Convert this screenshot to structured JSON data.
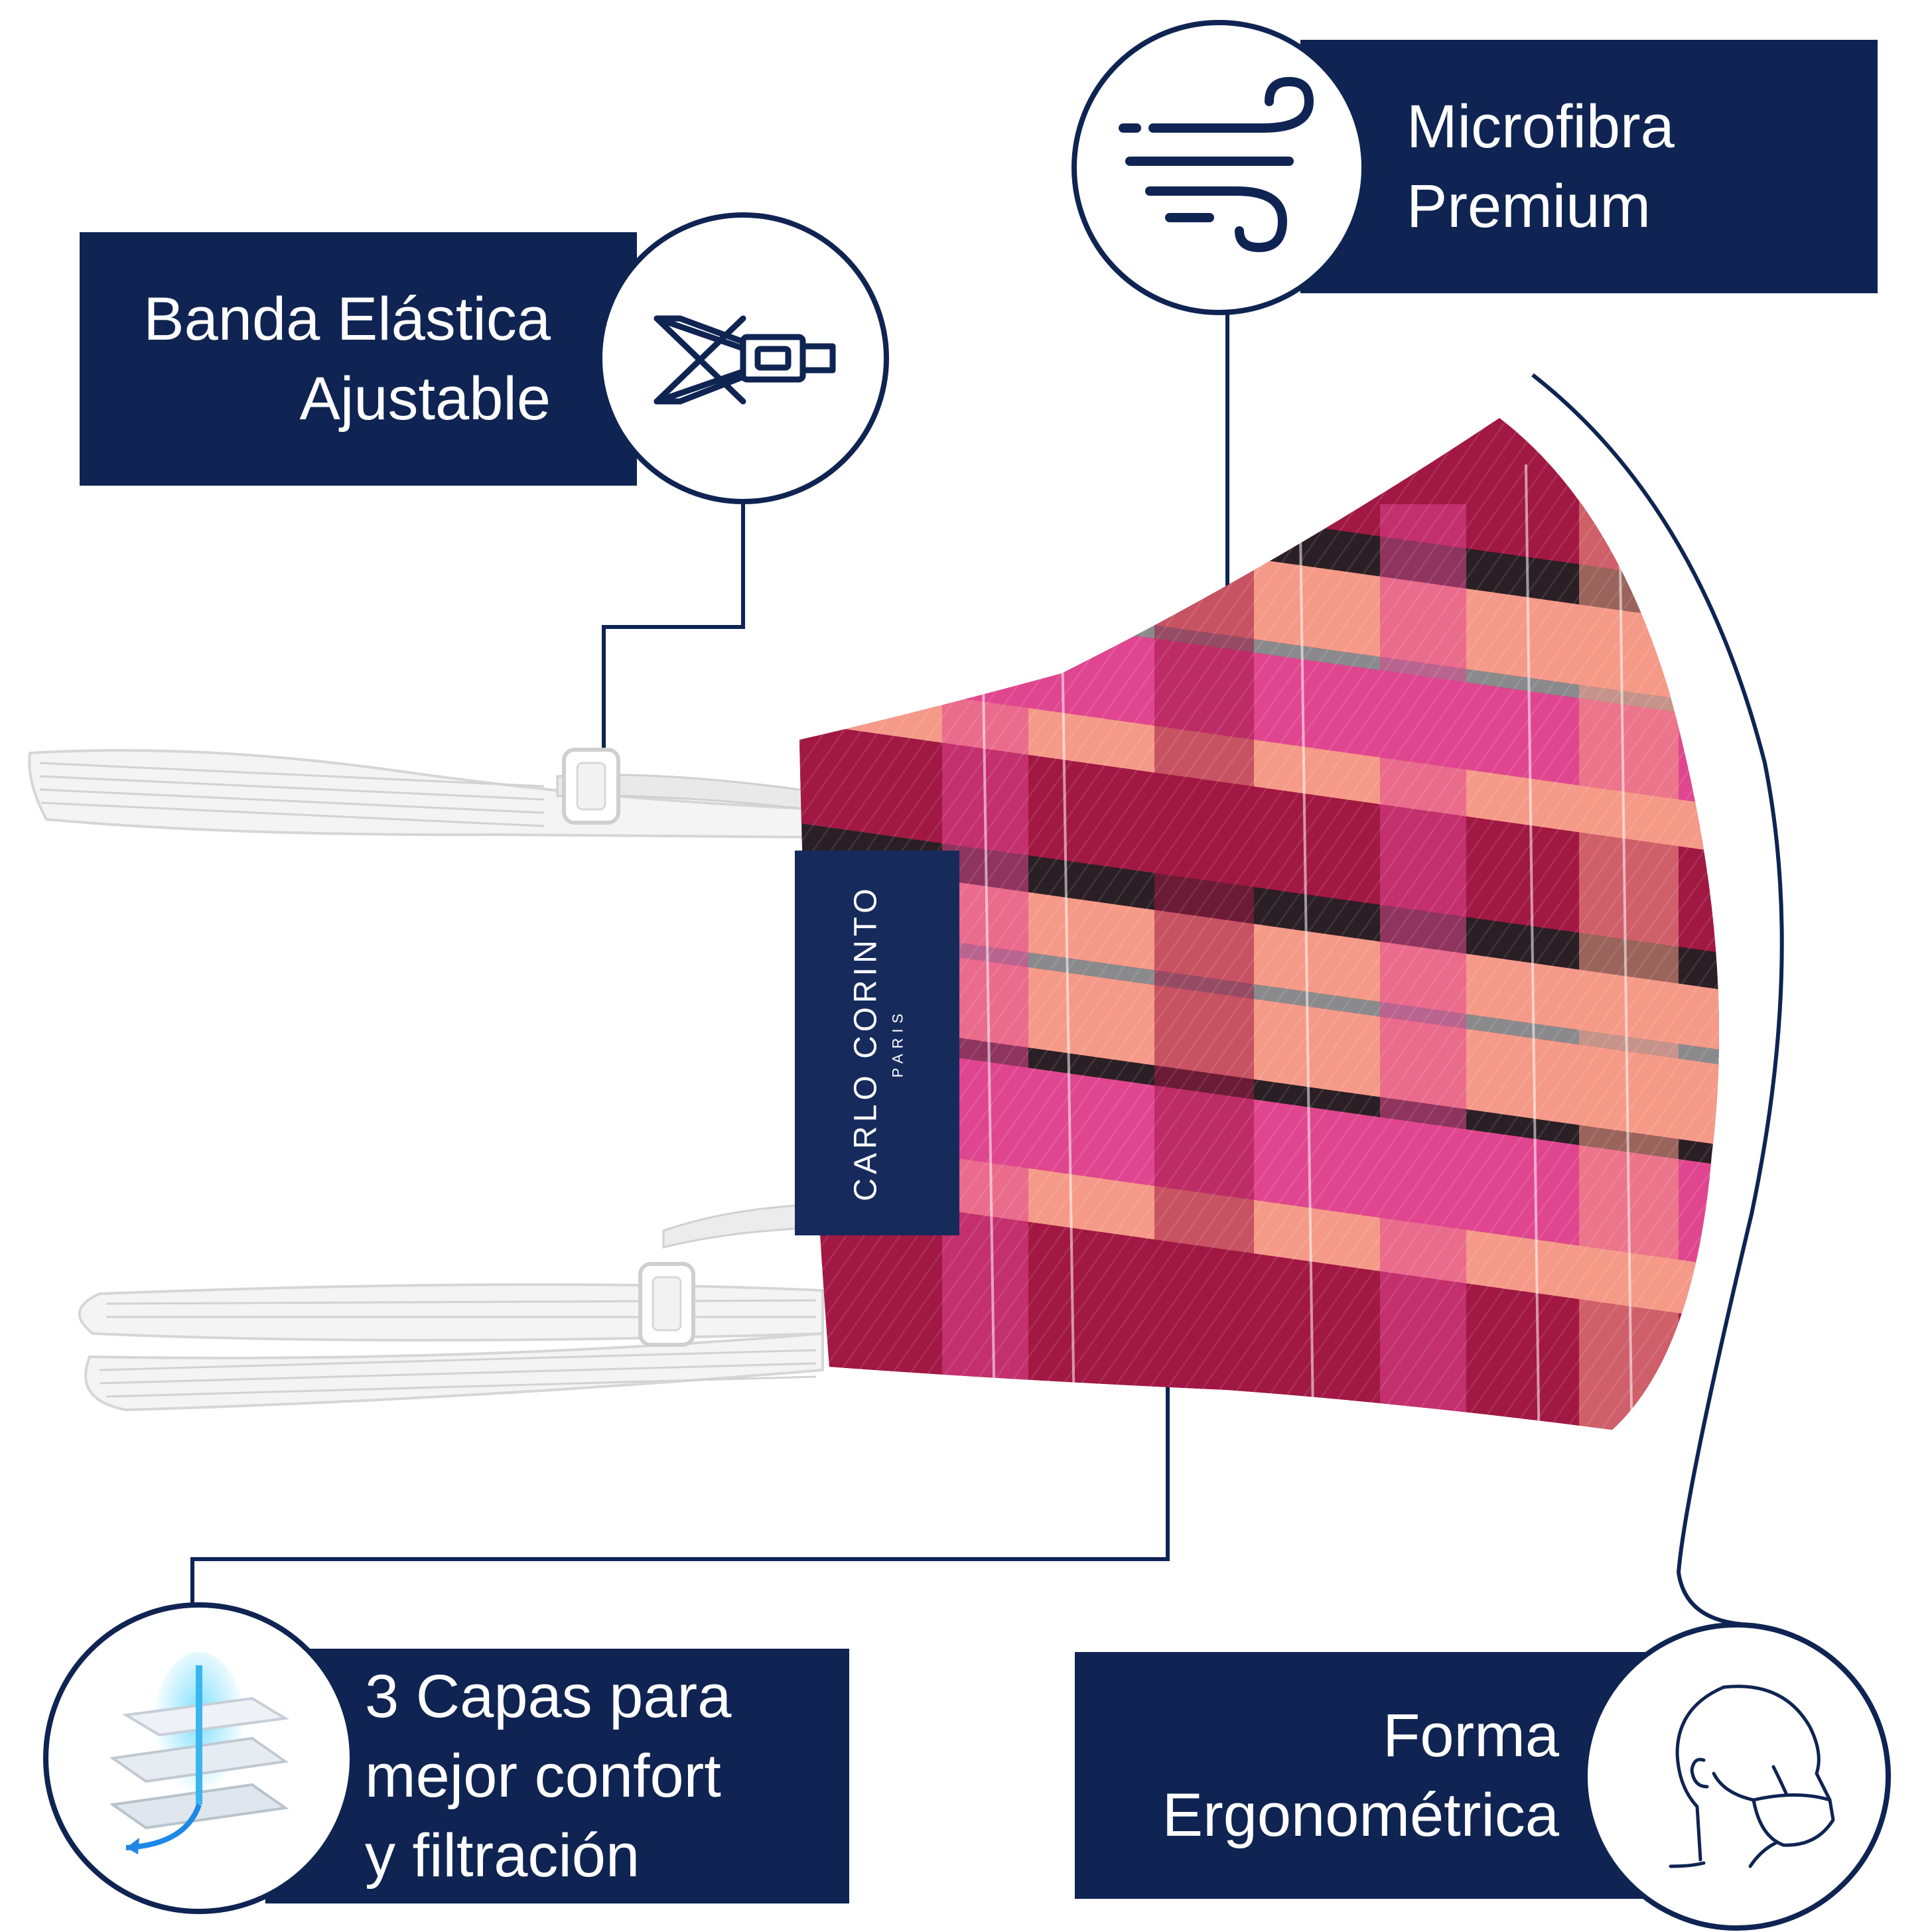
{
  "features": {
    "banda": {
      "line1": "Banda Elástica",
      "line2": "Ajustable",
      "icon": "adjustable-strap-icon"
    },
    "micro": {
      "line1": "Microfibra",
      "line2": "Premium",
      "icon": "wind-icon"
    },
    "capas": {
      "line1": "3 Capas para",
      "line2": "mejor confort",
      "line3": "y filtración",
      "icon": "layers-icon"
    },
    "forma": {
      "line1": "Forma",
      "line2": "Ergonométrica",
      "icon": "face-mask-profile-icon"
    }
  },
  "product": {
    "brand": "CARLO CORINTO",
    "brand_sub": "PARIS"
  },
  "colors": {
    "navy": "#0f2452",
    "pink": "#e0468f",
    "maroon": "#a11843",
    "coral": "#f59a88",
    "black_stripe": "#2a1f24",
    "grey_stripe": "#8a8a8c",
    "elastic": "#f4f4f4"
  }
}
